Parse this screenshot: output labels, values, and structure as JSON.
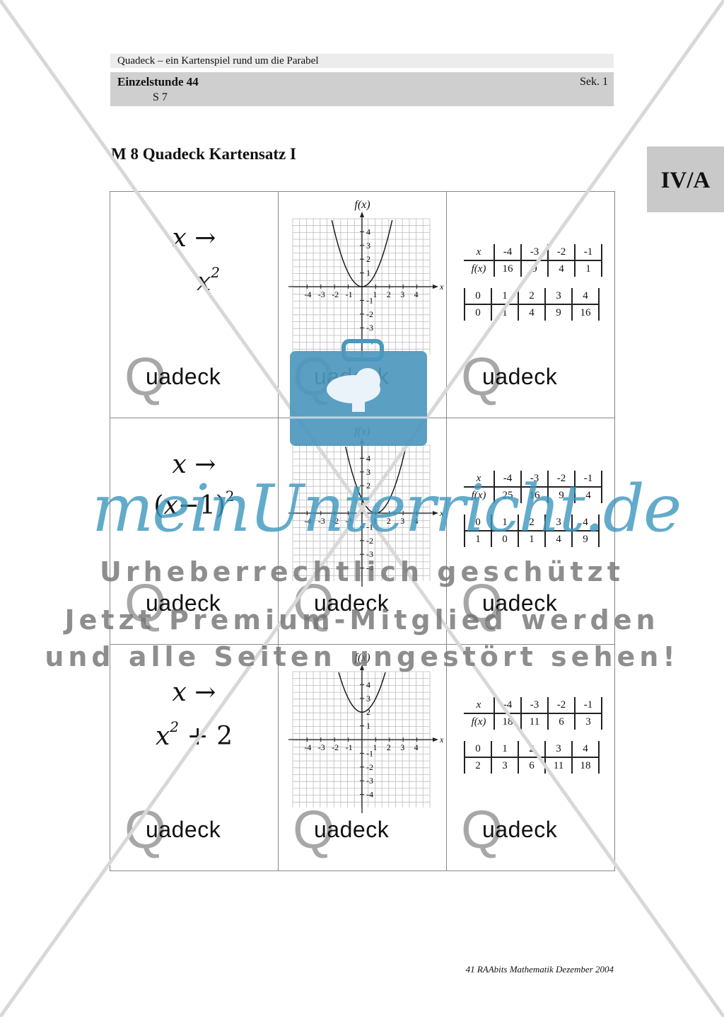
{
  "header": {
    "series": "Quadeck – ein Kartenspiel rund um die Parabel",
    "unit": "Einzelstunde 44",
    "level": "Sek. 1",
    "page": "S 7"
  },
  "side_tab": "IV/A",
  "material_title": "M 8   Quadeck Kartensatz I",
  "cards": {
    "rule_prefix": "x →",
    "rows": [
      {
        "rule_term": "x²",
        "graph_label": "f(x)",
        "table": {
          "x_label": "x",
          "fx_label": "f(x)",
          "x_neg": [
            "-4",
            "-3",
            "-2",
            "-1"
          ],
          "f_neg": [
            "16",
            "9",
            "4",
            "1"
          ],
          "x_pos": [
            "0",
            "1",
            "2",
            "3",
            "4"
          ],
          "f_pos": [
            "0",
            "1",
            "4",
            "9",
            "16"
          ]
        }
      },
      {
        "rule_term": "(x−1)²",
        "graph_label": "f(x)",
        "table": {
          "x_label": "x",
          "fx_label": "f(x)",
          "x_neg": [
            "-4",
            "-3",
            "-2",
            "-1"
          ],
          "f_neg": [
            "25",
            "16",
            "9",
            "4"
          ],
          "x_pos": [
            "0",
            "1",
            "2",
            "3",
            "4"
          ],
          "f_pos": [
            "1",
            "0",
            "1",
            "4",
            "9"
          ]
        }
      },
      {
        "rule_term": "x² + 2",
        "graph_label": "f(x)",
        "table": {
          "x_label": "x",
          "fx_label": "f(x)",
          "x_neg": [
            "-4",
            "-3",
            "-2",
            "-1"
          ],
          "f_neg": [
            "18",
            "11",
            "6",
            "3"
          ],
          "x_pos": [
            "0",
            "1",
            "2",
            "3",
            "4"
          ],
          "f_pos": [
            "2",
            "3",
            "6",
            "11",
            "18"
          ]
        }
      }
    ],
    "logo": {
      "letter": "Q",
      "word": "uadeck"
    },
    "graph": {
      "x_axis_label": "x",
      "x_ticks": [
        "-4",
        "-3",
        "-2",
        "-1",
        "1",
        "2",
        "3",
        "4"
      ],
      "y_ticks": [
        "4",
        "3",
        "2",
        "1",
        "-1",
        "-2",
        "-3",
        "-4"
      ]
    }
  },
  "footer": "41 RAAbits Mathematik Dezember 2004",
  "watermark": {
    "brand": "meinUnterricht.de",
    "line1": "Urheberrechtlich geschützt",
    "line2": "Jetzt Premium-Mitglied werden",
    "line3": "und alle Seiten ungestört sehen!"
  }
}
